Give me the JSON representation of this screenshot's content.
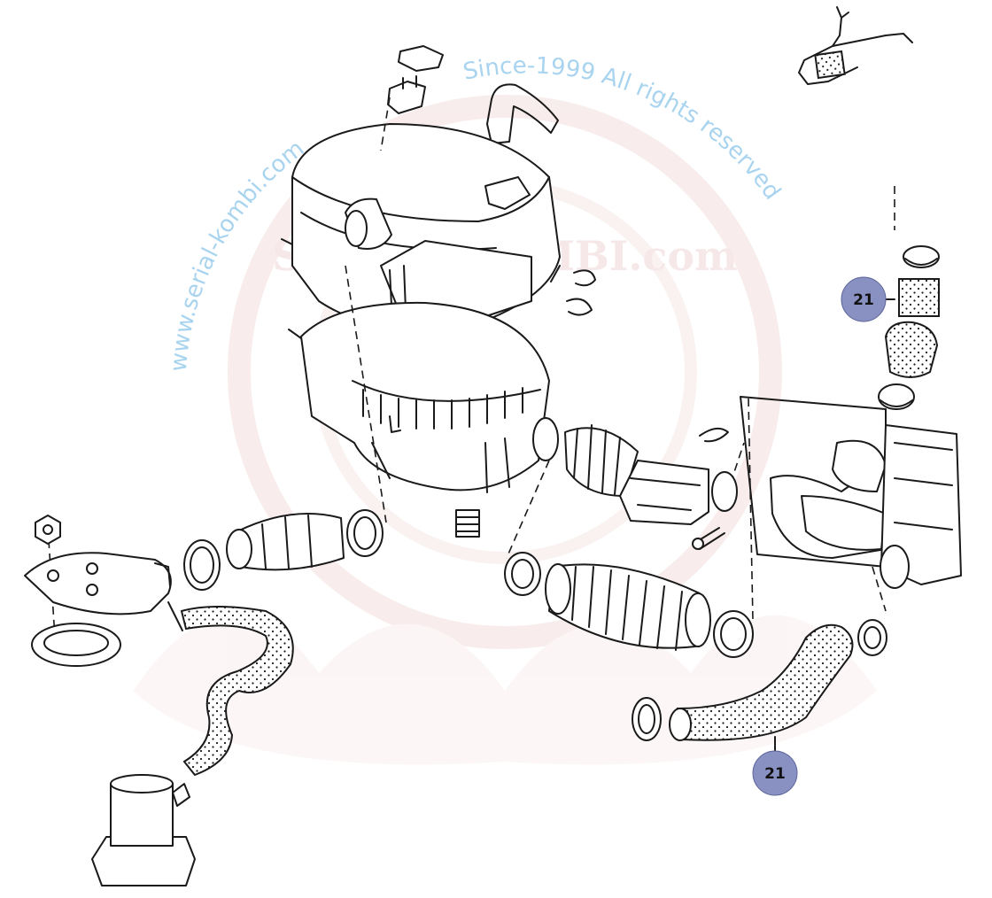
{
  "watermark": {
    "text_left": "www.serial-kombi.com",
    "text_right": "Since-1999 All rights reserved",
    "logo_text": "SERIAL KOMBI.com",
    "color": "#a9d4ef",
    "logo_color": "#f3dede"
  },
  "callouts": [
    {
      "label": "21",
      "color": "#8891c2"
    },
    {
      "label": "21",
      "color": "#8891c2"
    }
  ]
}
